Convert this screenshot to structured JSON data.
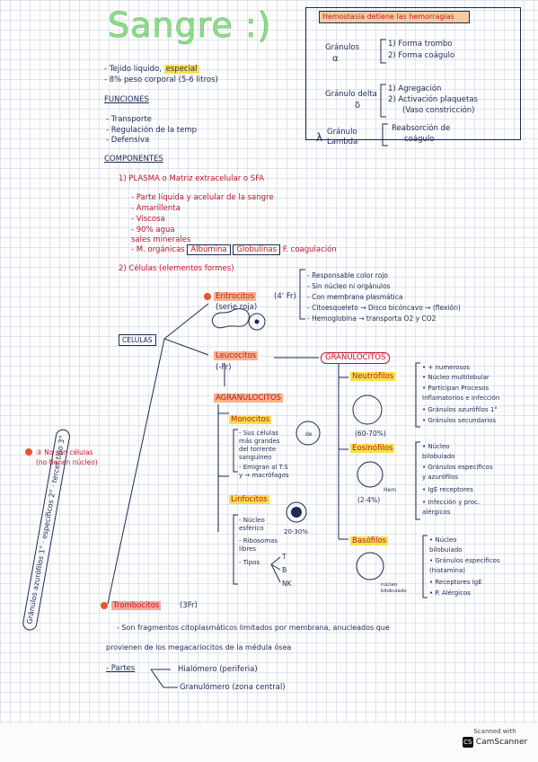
{
  "title": "Sangre :)",
  "intro": {
    "line1": "- Tejido liquido,",
    "line1_hl": "especial",
    "line2": "- 8% peso corporal (5-6 litros)"
  },
  "funciones": {
    "heading": "FUNCIONES",
    "items": [
      "- Transporte",
      "- Regulación de la temp",
      "- Defensiva"
    ]
  },
  "componentes": {
    "heading": "COMPONENTES"
  },
  "plasma": {
    "heading": "1) PLASMA o Matriz extracelular o SFA",
    "items": [
      "- Parte líquida y acelular de la sangre",
      "- Amarillenta",
      "- Viscosa",
      "- 90% agua",
      "  sales minerales",
      "- M. orgánicas"
    ],
    "proteins": [
      "Albúmina",
      "Globulinas",
      "F. coagulación"
    ]
  },
  "celulas": {
    "heading": "2) Células (elementos formes)",
    "root_label": "CELULAS"
  },
  "eritrocitos": {
    "label": "Eritrocitos",
    "count": "(4' Fr)",
    "sub": "(serie roja)",
    "notes": [
      "- Responsable color rojo",
      "- Sin núcleo ni orgánulos",
      "- Con membrana plasmática",
      "- Citoesqueleto → Disco bicóncavo → (flexión)",
      "- Hemoglobina → transporta O2 y CO2"
    ]
  },
  "leucocitos": {
    "label": "Leucocitos",
    "sub": "(-Fr)"
  },
  "granulocitos": {
    "label": "GRANULOCITOS",
    "neutrofilos": {
      "label": "Neutrófilos",
      "pct": "(60-70%)",
      "notes": [
        "• + numerosos",
        "• Núcleo multilobular",
        "• Participan Procesos",
        "  Inflamatorios e infección",
        "• Gránulos azurófilos 1°",
        "• Gránulos secundarios"
      ]
    },
    "eosinofilos": {
      "label": "Eosinófilos",
      "pct": "(2-4%)",
      "note_extra": "Hem",
      "notes": [
        "• Núcleo",
        "  bilobulado",
        "• Gránulos específicos",
        "  y azurófilos",
        "• IgE receptores",
        "• Infección y proc.",
        "  alérgicos"
      ]
    },
    "basofilos": {
      "label": "Basófilos",
      "side": "núcleo bilobulado",
      "notes": [
        "• Núcleo",
        "  bilobulado",
        "• Gránulos específicos",
        "  (histamina)",
        "• Receptores IgE",
        "• P. Alérgicos"
      ]
    }
  },
  "agranulocitos": {
    "label": "AGRANULOCITOS",
    "monocitos": {
      "label": "Monocitos",
      "notes": [
        "- Sus células",
        "  más grandes",
        "  del torrente",
        "  sanguíneo",
        "- Emigran al T.S",
        "  y → macrófagos"
      ],
      "cell_tag": "de"
    },
    "linfocitos": {
      "label": "Linfocitos",
      "pct": "20-30%",
      "notes": [
        "- Núcleo",
        "  esférico",
        "- Ribosomas",
        "  libres",
        "- Tipos"
      ],
      "tipos": [
        "T",
        "B",
        "NK"
      ]
    }
  },
  "no_celulas": {
    "line1": "③ No son células",
    "line2": "(no tienen núcleo)"
  },
  "trombocitos": {
    "label": "Trombocitos",
    "count": "(3Fr)",
    "desc1": "- Son fragmentos citoplasmáticos limitados por membrana, anucleados que",
    "desc2": "provienen de los megacariocitos de la médula ósea",
    "partes_label": "- Partes",
    "partes": [
      "Hialómero (periferia)",
      "Granulómero (zona central)"
    ]
  },
  "side_note": "Gránulos azurófilos 1° · específicos 2° · tercer tipo 3°",
  "hemostasia": {
    "title": "Hemostasia detiene las hemorragias",
    "rows": [
      {
        "name": "Gránulos",
        "greek": "α",
        "items": [
          "1) Forma trombo",
          "2) Forma coágulo"
        ]
      },
      {
        "name": "Gránulo delta",
        "greek": "δ",
        "items": [
          "1) Agregación",
          "2) Activación plaquetas",
          "(Vaso constricción)"
        ]
      },
      {
        "name": "Gránulo Lambda",
        "greek": "λ",
        "items": [
          "Reabsorción de",
          "coágulo"
        ]
      }
    ]
  },
  "scanner": {
    "top": "Scanned with",
    "brand": "CamScanner",
    "logo": "CS"
  }
}
